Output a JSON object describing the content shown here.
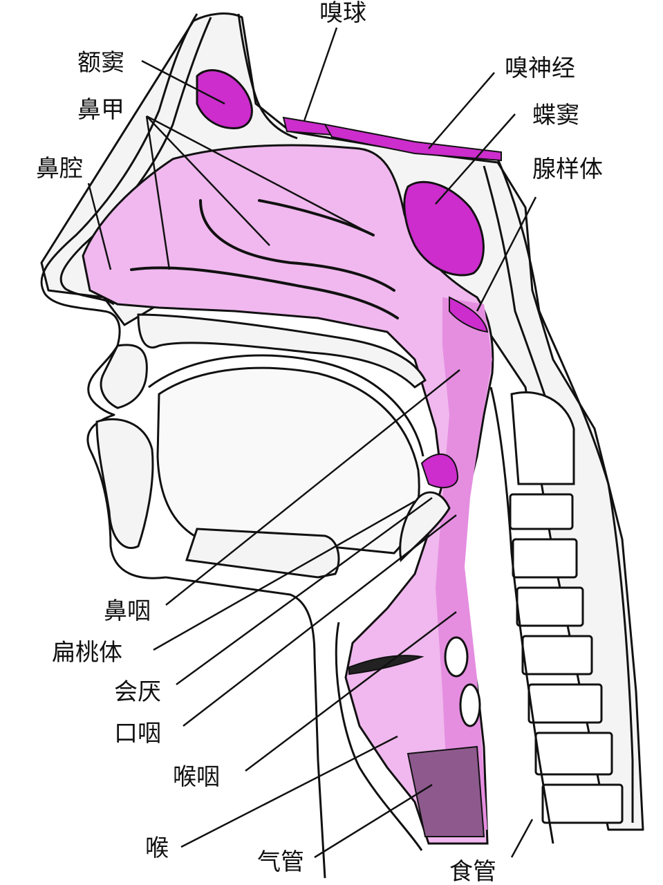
{
  "colors": {
    "tissue_pink": "#f0b8ee",
    "tissue_pink_dark": "#e58ee0",
    "sinus_magenta": "#cc2dcc",
    "larynx_purple": "#8e5a8e",
    "line": "#111111",
    "bone_fill": "#f4f4f4",
    "background": "#ffffff"
  },
  "labels": {
    "olfactory_bulb": "嗅球",
    "frontal_sinus": "额窦",
    "olfactory_nerve": "嗅神经",
    "nasal_concha": "鼻甲",
    "sphenoid_sinus": "蝶窦",
    "nasal_cavity": "鼻腔",
    "adenoid": "腺样体",
    "nasopharynx": "鼻咽",
    "tonsil": "扁桃体",
    "epiglottis": "会厌",
    "oropharynx": "口咽",
    "laryngopharynx": "喉咽",
    "larynx": "喉",
    "trachea": "气管",
    "esophagus": "食管"
  }
}
